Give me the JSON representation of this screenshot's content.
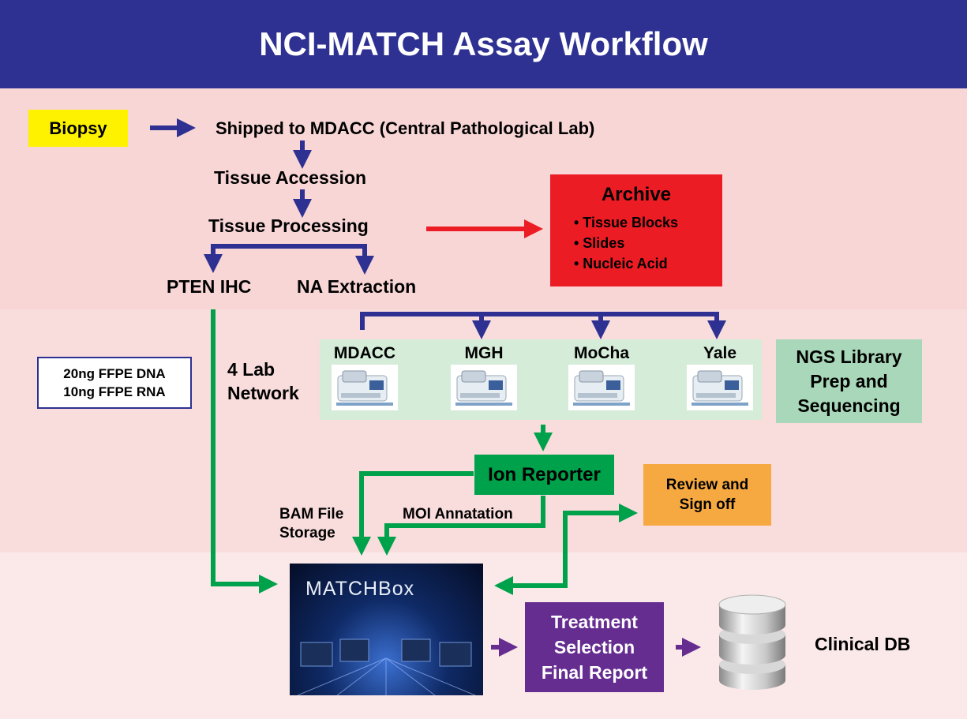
{
  "title": "NCI-MATCH Assay Workflow",
  "flow": {
    "biopsy": "Biopsy",
    "shipped": "Shipped to MDACC (Central Pathological Lab)",
    "accession": "Tissue Accession",
    "processing": "Tissue Processing",
    "pten": "PTEN IHC",
    "na_extraction": "NA Extraction",
    "dna_amount": "20ng FFPE DNA",
    "rna_amount": "10ng FFPE RNA",
    "lab_network": "4 Lab\nNetwork",
    "ion_reporter": "Ion Reporter",
    "bam": "BAM File\nStorage",
    "moi": "MOI Annatation",
    "review": "Review and\nSign off",
    "matchbox": "MATCHBox",
    "treatment": "Treatment\nSelection\nFinal Report",
    "clinical_db": "Clinical DB"
  },
  "archive": {
    "title": "Archive",
    "items": [
      "Tissue Blocks",
      "Slides",
      "Nucleic Acid"
    ]
  },
  "labs": [
    "MDACC",
    "MGH",
    "MoCha",
    "Yale"
  ],
  "ngs_label": "NGS Library\nPrep and\nSequencing",
  "colors": {
    "header": "#2e3191",
    "flow_arrow": "#2e3191",
    "archive_arrow": "#ec1c24",
    "data_arrow": "#00a14b",
    "output_arrow": "#662d91",
    "biopsy_box": "#fff200",
    "archive_box": "#ec1c24",
    "ion_box": "#00a14b",
    "review_box": "#f7a941",
    "treatment_box": "#662d91",
    "labs_panel": "#d5ecd9",
    "ngs_box": "#a8d8b9"
  }
}
